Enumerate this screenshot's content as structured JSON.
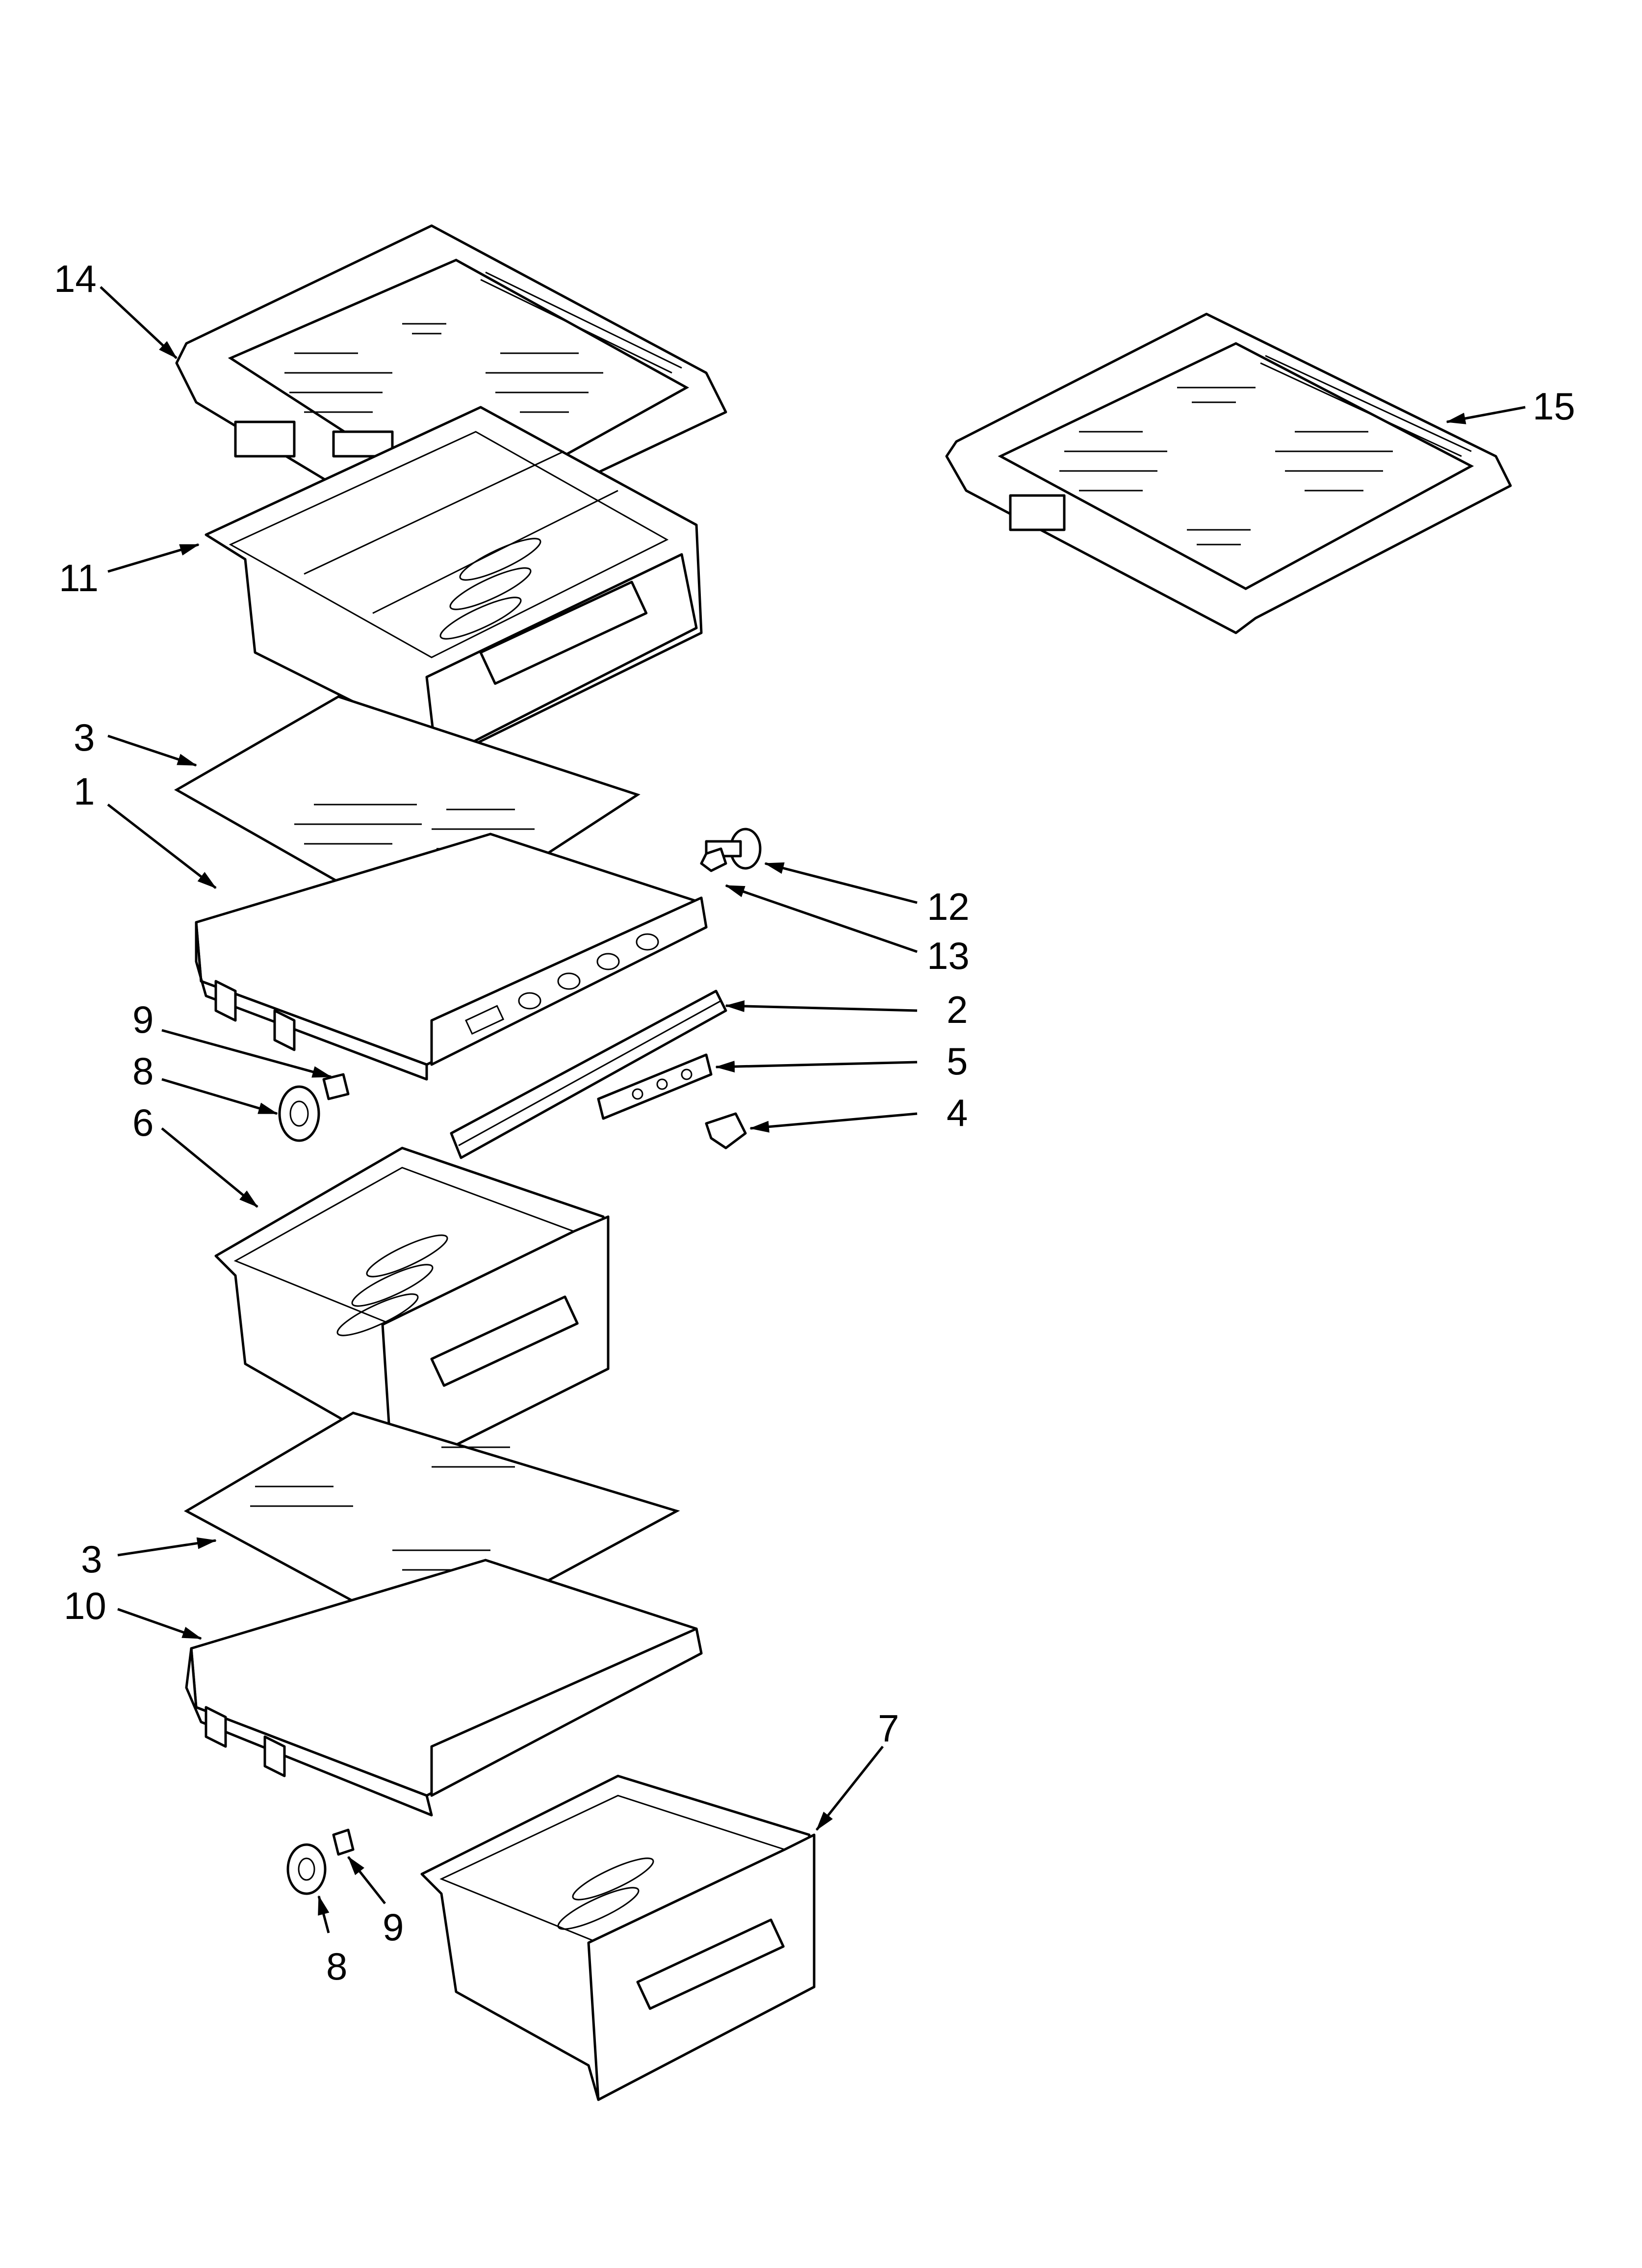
{
  "diagram": {
    "type": "exploded-parts-view",
    "callouts": [
      {
        "id": "c14",
        "label": "14"
      },
      {
        "id": "c15",
        "label": "15"
      },
      {
        "id": "c11",
        "label": "11"
      },
      {
        "id": "c3a",
        "label": "3"
      },
      {
        "id": "c1",
        "label": "1"
      },
      {
        "id": "c12",
        "label": "12"
      },
      {
        "id": "c13",
        "label": "13"
      },
      {
        "id": "c2",
        "label": "2"
      },
      {
        "id": "c9a",
        "label": "9"
      },
      {
        "id": "c5",
        "label": "5"
      },
      {
        "id": "c8a",
        "label": "8"
      },
      {
        "id": "c4",
        "label": "4"
      },
      {
        "id": "c6",
        "label": "6"
      },
      {
        "id": "c3b",
        "label": "3"
      },
      {
        "id": "c10",
        "label": "10"
      },
      {
        "id": "c7",
        "label": "7"
      },
      {
        "id": "c9b",
        "label": "9"
      },
      {
        "id": "c8b",
        "label": "8"
      }
    ]
  }
}
